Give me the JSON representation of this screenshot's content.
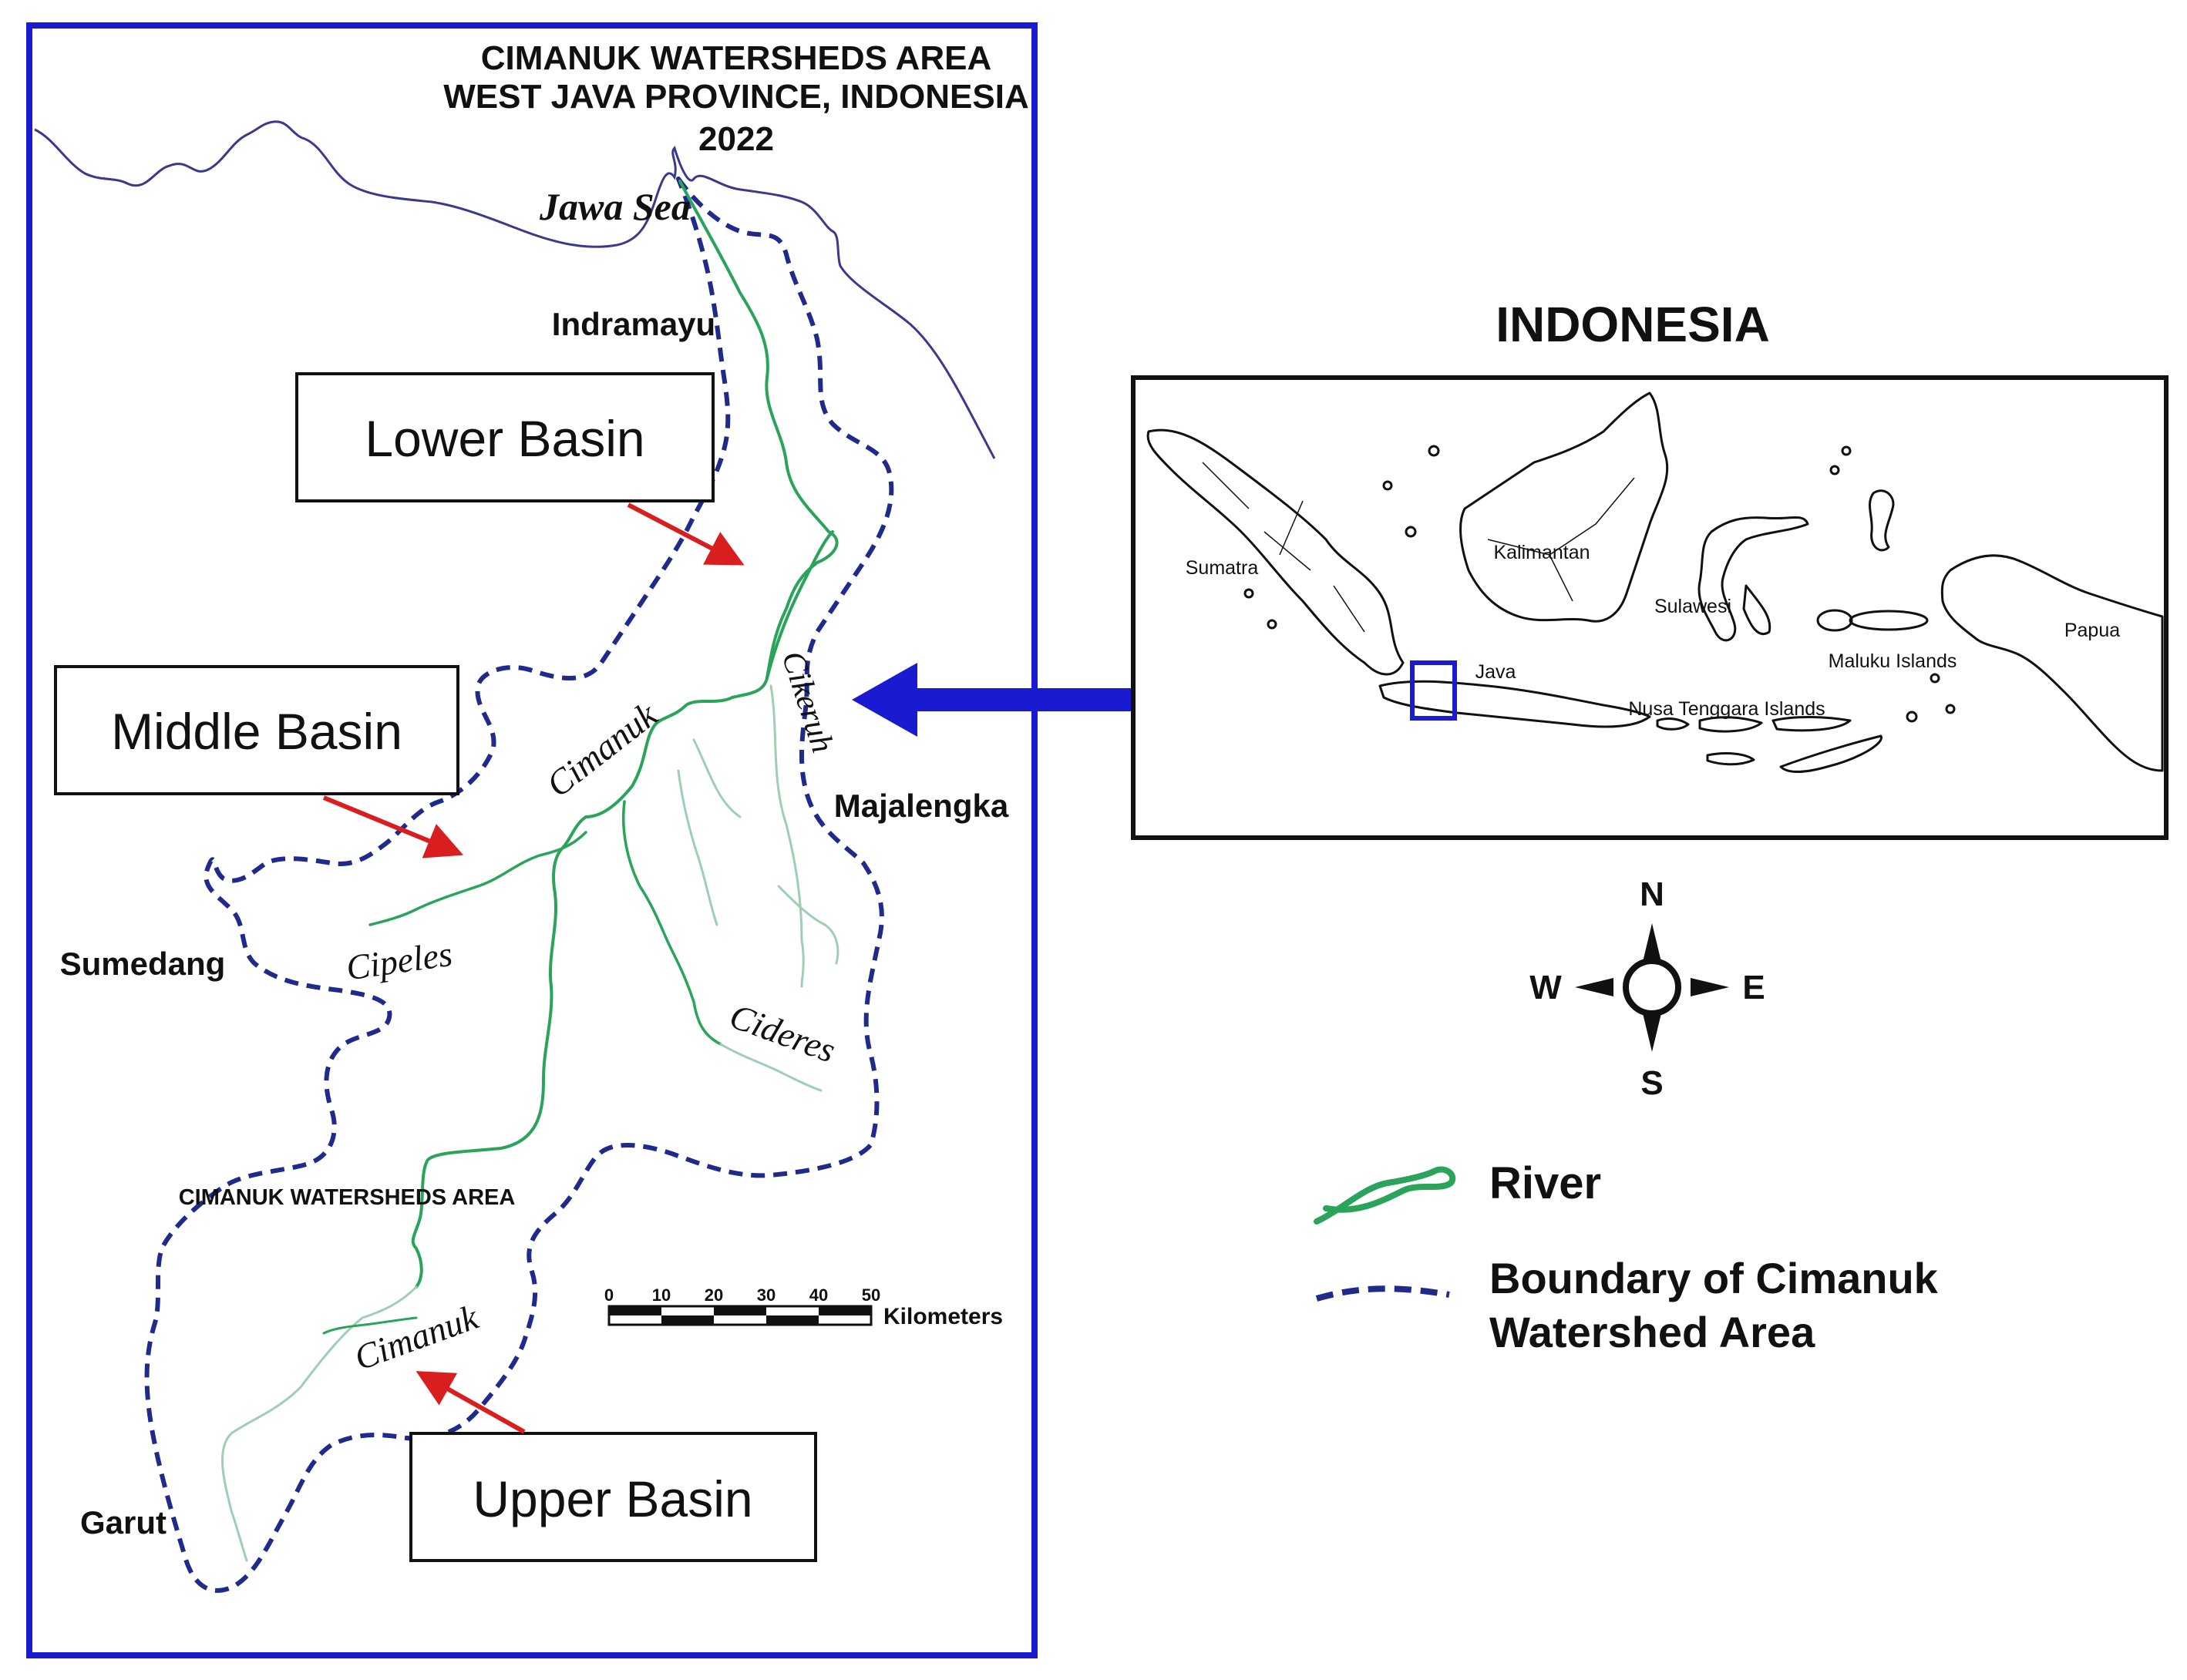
{
  "map": {
    "title_lines": [
      "CIMANUK WATERSHEDS AREA",
      "WEST JAVA PROVINCE, INDONESIA",
      "2022"
    ],
    "sea_label": "Jawa Sea",
    "regions": {
      "indramayu": "Indramayu",
      "majalengka": "Majalengka",
      "sumedang": "Sumedang",
      "garut": "Garut"
    },
    "rivers": {
      "cimanuk_middle": "Cimanuk",
      "cikeruh": "Cikeruh",
      "cipeles": "Cipeles",
      "cideres": "Cideres",
      "cimanuk_upper": "Cimanuk"
    },
    "area_label": "CIMANUK WATERSHEDS AREA",
    "basins": {
      "lower": "Lower Basin",
      "middle": "Middle Basin",
      "upper": "Upper Basin"
    },
    "scale": {
      "ticks": [
        "0",
        "10",
        "20",
        "30",
        "40",
        "50"
      ],
      "unit": "Kilometers"
    }
  },
  "inset": {
    "title": "INDONESIA",
    "labels": {
      "sumatra": "Sumatra",
      "kalimantan": "Kalimantan",
      "sulawesi": "Sulawesi",
      "java": "Java",
      "nusa_tenggara": "Nusa Tenggara Islands",
      "maluku": "Maluku Islands",
      "papua": "Papua"
    }
  },
  "compass": {
    "n": "N",
    "s": "S",
    "e": "E",
    "w": "W"
  },
  "legend": {
    "river": "River",
    "boundary_line1": "Boundary of Cimanuk",
    "boundary_line2": "Watershed Area"
  },
  "colors": {
    "frame_blue": "#1a1ad0",
    "boundary_navy": "#1f2a8a",
    "river_green": "#2aa45a",
    "tributary_green": "#9fcfb2",
    "arrow_red": "#d81e1e",
    "coast": "#3a3a8c"
  }
}
